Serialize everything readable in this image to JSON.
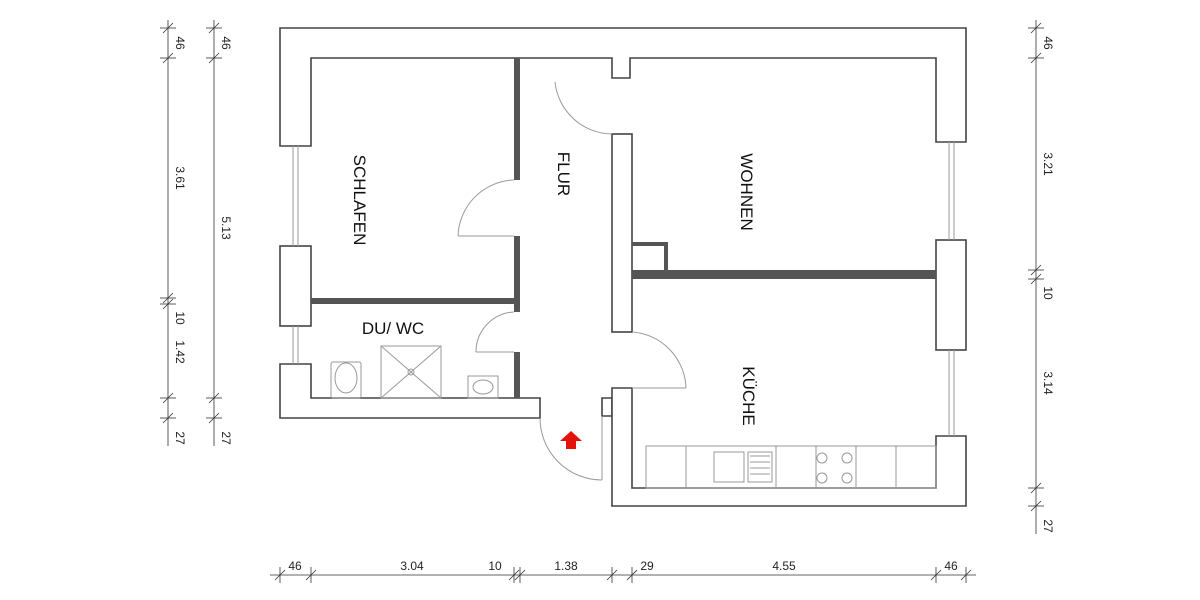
{
  "rooms": {
    "schlafen": "SCHLAFEN",
    "flur": "FLUR",
    "wohnen": "WOHNEN",
    "du_wc": "DU/ WC",
    "kueche": "KÜCHE"
  },
  "dimensions": {
    "left_outer": [
      "46",
      "5.13",
      "27"
    ],
    "left_inner": [
      "46",
      "3.61",
      "10",
      "1.42",
      "27"
    ],
    "right": [
      "46",
      "3.21",
      "10",
      "3.14",
      "27"
    ],
    "bottom": [
      "46",
      "3.04",
      "10",
      "1.38",
      "29",
      "4.55",
      "46"
    ]
  },
  "colors": {
    "wall_fill": "#ffffff",
    "wall_line": "#444444",
    "partition": "#555555",
    "entrance_arrow": "#e3120b"
  },
  "icons": {
    "entrance": "arrow-up-icon"
  }
}
